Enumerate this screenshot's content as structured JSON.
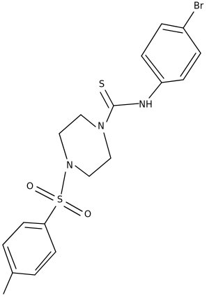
{
  "diagram": {
    "type": "chemical-structure",
    "atoms": {
      "bromine": "Br",
      "thione_sulfur": "S",
      "amide_nitrogen": "NH",
      "piperazine_n1": "N",
      "piperazine_n4": "N",
      "sulfonyl_sulfur": "S",
      "sulfonyl_oxygen_left": "O",
      "sulfonyl_oxygen_right": "O"
    },
    "colors": {
      "bond": "#000000",
      "label": "#000000",
      "background": "#ffffff"
    }
  }
}
